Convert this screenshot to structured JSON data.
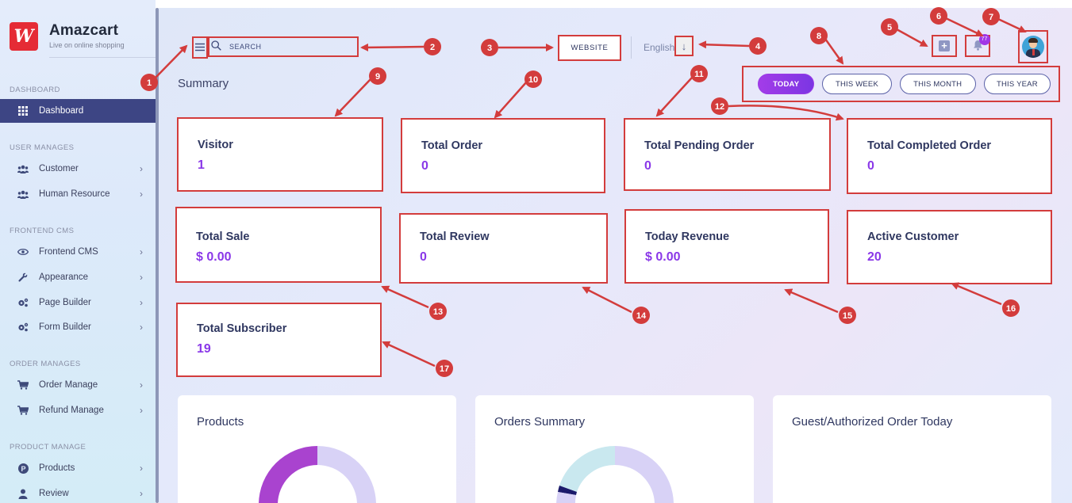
{
  "brand": {
    "name": "Amazcart",
    "tagline": "Live on online shopping",
    "logo_glyph": "W",
    "logo_color": "#e52b35"
  },
  "sidebar": {
    "sections": [
      {
        "title": "DASHBOARD"
      },
      {
        "title": "USER MANAGES"
      },
      {
        "title": "FRONTEND CMS"
      },
      {
        "title": "ORDER MANAGES"
      },
      {
        "title": "PRODUCT MANAGE"
      }
    ],
    "items": [
      {
        "label": "Dashboard",
        "icon": "grid-icon",
        "active": true
      },
      {
        "label": "Customer",
        "icon": "users-icon"
      },
      {
        "label": "Human Resource",
        "icon": "users-icon"
      },
      {
        "label": "Frontend CMS",
        "icon": "eye-icon"
      },
      {
        "label": "Appearance",
        "icon": "wrench-icon"
      },
      {
        "label": "Page Builder",
        "icon": "gears-icon"
      },
      {
        "label": "Form Builder",
        "icon": "gears-icon"
      },
      {
        "label": "Order Manage",
        "icon": "cart-icon"
      },
      {
        "label": "Refund Manage",
        "icon": "cart-icon"
      },
      {
        "label": "Products",
        "icon": "p-circle-icon"
      },
      {
        "label": "Review",
        "icon": "user-icon"
      }
    ],
    "active_color": "#3d4584"
  },
  "header": {
    "search_placeholder": "SEARCH",
    "website_label": "WEBSITE",
    "language": "English",
    "notification_count": "77"
  },
  "filters": {
    "periods": [
      "TODAY",
      "THIS WEEK",
      "THIS MONTH",
      "THIS YEAR"
    ],
    "active": "TODAY",
    "accent": "#8a38e8"
  },
  "summary": {
    "title": "Summary",
    "cards": [
      {
        "label": "Visitor",
        "value": "1"
      },
      {
        "label": "Total Order",
        "value": "0"
      },
      {
        "label": "Total Pending Order",
        "value": "0"
      },
      {
        "label": "Total Completed Order",
        "value": "0"
      },
      {
        "label": "Total Sale",
        "value": "$ 0.00"
      },
      {
        "label": "Total Review",
        "value": "0"
      },
      {
        "label": "Today Revenue",
        "value": "$ 0.00"
      },
      {
        "label": "Active Customer",
        "value": "20"
      },
      {
        "label": "Total Subscriber",
        "value": "19"
      }
    ]
  },
  "panels": [
    {
      "title": "Products"
    },
    {
      "title": "Orders Summary"
    },
    {
      "title": "Guest/Authorized Order Today"
    }
  ],
  "annotations": [
    "1",
    "2",
    "3",
    "4",
    "5",
    "6",
    "7",
    "8",
    "9",
    "10",
    "11",
    "12",
    "13",
    "14",
    "15",
    "16",
    "17"
  ],
  "annotation_color": "#d33c3c"
}
